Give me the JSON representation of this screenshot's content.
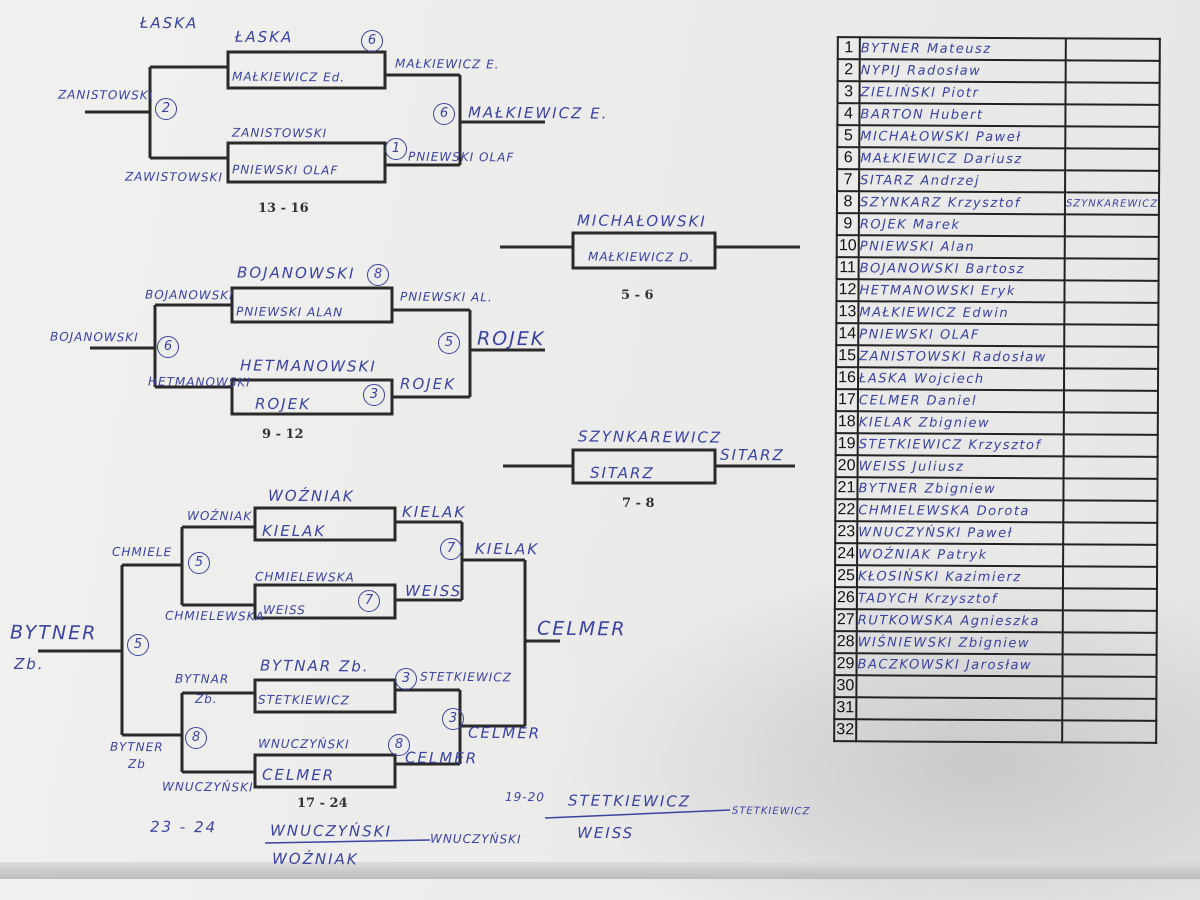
{
  "bracket_13_16": {
    "label": "13 - 16",
    "entrants": [
      "ŁASKA",
      "MAŁKIEWICZ Ed.",
      "ZANISTOWSKI",
      "PNIEWSKI OLAF"
    ],
    "r1_left_top": "ŁASKA",
    "r1_left_bottom": "ZAWISTOWSKI",
    "left_winner": "ZANISTOWSKI",
    "r1_right_top": "MAŁKIEWICZ E.",
    "r1_right_bottom": "PNIEWSKI OLAF",
    "right_winner": "MAŁKIEWICZ E.",
    "scores": [
      "6",
      "1",
      "2",
      "6"
    ]
  },
  "bracket_9_12": {
    "label": "9 - 12",
    "entrants": [
      "BOJANOWSKI",
      "PNIEWSKI ALAN",
      "HETMANOWSKI",
      "ROJEK"
    ],
    "r1_left_top": "BOJANOWSKI",
    "r1_left_bottom": "HETMANOWSKI",
    "left_winner": "BOJANOWSKI",
    "r1_right_top": "PNIEWSKI AL.",
    "r1_right_bottom": "ROJEK",
    "right_winner": "ROJEK",
    "scores": [
      "8",
      "3",
      "6",
      "5"
    ]
  },
  "final_5_6": {
    "label": "5 - 6",
    "top": "MICHAŁOWSKI",
    "bottom": "MAŁKIEWICZ D."
  },
  "final_7_8": {
    "label": "7 - 8",
    "top": "SZYNKAREWICZ",
    "bottom": "SITARZ",
    "winner": "SITARZ"
  },
  "bracket_17_24": {
    "label": "17 - 24",
    "entrants": [
      "WOŹNIAK",
      "KIELAK",
      "CHMIELEWSKA",
      "WEISS",
      "BYTNAR Zb.",
      "STETKIEWICZ",
      "WNUCZYŃSKI",
      "CELMER"
    ],
    "left_labels": [
      "WOŹNIAK",
      "CHMIELE",
      "CHMIELEWSKA",
      "BYTNAR",
      "Zb.",
      "BYTNER",
      "Zb",
      "WNUCZYŃSKI"
    ],
    "left_winner": [
      "BYTNER",
      "Zb."
    ],
    "right_labels": [
      "KIELAK",
      "WEISS",
      "STETKIEWICZ",
      "CELMER"
    ],
    "semi_winners": [
      "KIELAK",
      "CELMER"
    ],
    "winner": "CELMER",
    "scores": [
      "7",
      "5",
      "3",
      "8",
      "5",
      "7",
      "3",
      "8"
    ]
  },
  "place_23_24": {
    "label": "23 - 24",
    "top": "WNUCZYŃSKI",
    "bottom": "WOŹNIAK",
    "winner": "WNUCZYŃSKI"
  },
  "place_19_20": {
    "label": "19-20",
    "top": "STETKIEWICZ",
    "bottom": "WEISS",
    "winner": "STETKIEWICZ"
  },
  "roster": [
    {
      "n": "1",
      "name": "BYTNER Mateusz",
      "extra": ""
    },
    {
      "n": "2",
      "name": "NYPIJ Radosław",
      "extra": ""
    },
    {
      "n": "3",
      "name": "ZIELIŃSKI Piotr",
      "extra": ""
    },
    {
      "n": "4",
      "name": "BARTON Hubert",
      "extra": ""
    },
    {
      "n": "5",
      "name": "MICHAŁOWSKI Paweł",
      "extra": ""
    },
    {
      "n": "6",
      "name": "MAŁKIEWICZ Dariusz",
      "extra": ""
    },
    {
      "n": "7",
      "name": "SITARZ Andrzej",
      "extra": ""
    },
    {
      "n": "8",
      "name": "SZYNKARZ Krzysztof",
      "extra": "SZYNKAREWICZ"
    },
    {
      "n": "9",
      "name": "ROJEK Marek",
      "extra": ""
    },
    {
      "n": "10",
      "name": "PNIEWSKI Alan",
      "extra": ""
    },
    {
      "n": "11",
      "name": "BOJANOWSKI Bartosz",
      "extra": ""
    },
    {
      "n": "12",
      "name": "HETMANOWSKI Eryk",
      "extra": ""
    },
    {
      "n": "13",
      "name": "MAŁKIEWICZ Edwin",
      "extra": ""
    },
    {
      "n": "14",
      "name": "PNIEWSKI OLAF",
      "extra": ""
    },
    {
      "n": "15",
      "name": "ZANISTOWSKI Radosław",
      "extra": ""
    },
    {
      "n": "16",
      "name": "ŁASKA Wojciech",
      "extra": ""
    },
    {
      "n": "17",
      "name": "CELMER Daniel",
      "extra": ""
    },
    {
      "n": "18",
      "name": "KIELAK Zbigniew",
      "extra": ""
    },
    {
      "n": "19",
      "name": "STETKIEWICZ Krzysztof",
      "extra": ""
    },
    {
      "n": "20",
      "name": "WEISS Juliusz",
      "extra": ""
    },
    {
      "n": "21",
      "name": "BYTNER Zbigniew",
      "extra": ""
    },
    {
      "n": "22",
      "name": "CHMIELEWSKA Dorota",
      "extra": ""
    },
    {
      "n": "23",
      "name": "WNUCZYŃSKI Paweł",
      "extra": ""
    },
    {
      "n": "24",
      "name": "WOŹNIAK Patryk",
      "extra": ""
    },
    {
      "n": "25",
      "name": "KŁOSIŃSKI Kazimierz",
      "extra": ""
    },
    {
      "n": "26",
      "name": "TADYCH Krzysztof",
      "extra": ""
    },
    {
      "n": "27",
      "name": "RUTKOWSKA Agnieszka",
      "extra": ""
    },
    {
      "n": "28",
      "name": "WIŚNIEWSKI Zbigniew",
      "extra": ""
    },
    {
      "n": "29",
      "name": "BACZKOWSKI Jarosław",
      "extra": ""
    },
    {
      "n": "30",
      "name": "",
      "extra": ""
    },
    {
      "n": "31",
      "name": "",
      "extra": ""
    },
    {
      "n": "32",
      "name": "",
      "extra": ""
    }
  ]
}
